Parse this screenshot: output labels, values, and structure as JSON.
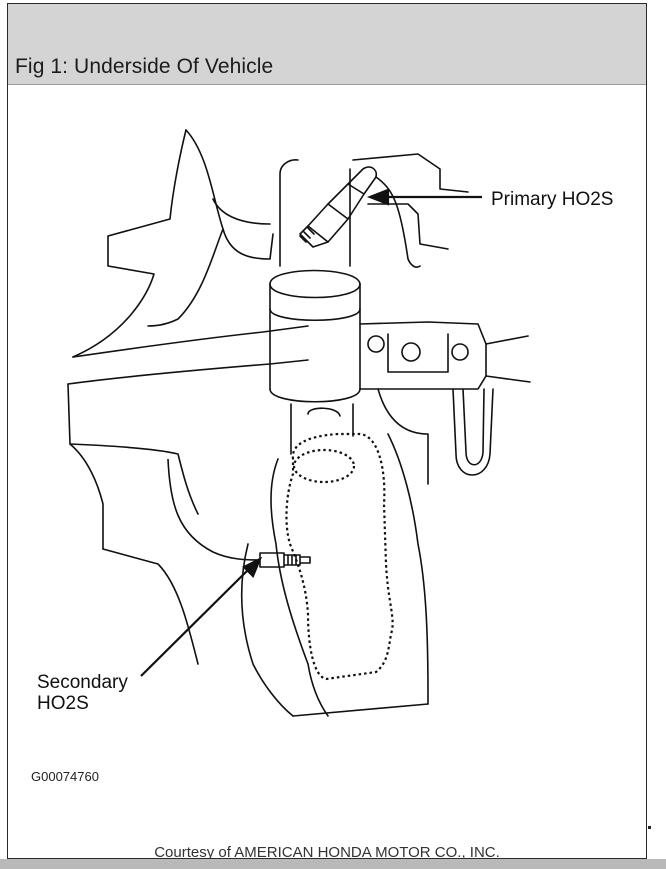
{
  "figure": {
    "title": "Fig 1: Underside Of Vehicle",
    "code": "G00074760",
    "courtesy": "Courtesy of AMERICAN HONDA MOTOR CO., INC."
  },
  "callouts": {
    "primary": "Primary HO2S",
    "secondary_line1": "Secondary",
    "secondary_line2": "HO2S"
  },
  "colors": {
    "header_bg": "#d4d4d4",
    "line": "#111111",
    "bottom_bar": "#b9b9b9"
  }
}
